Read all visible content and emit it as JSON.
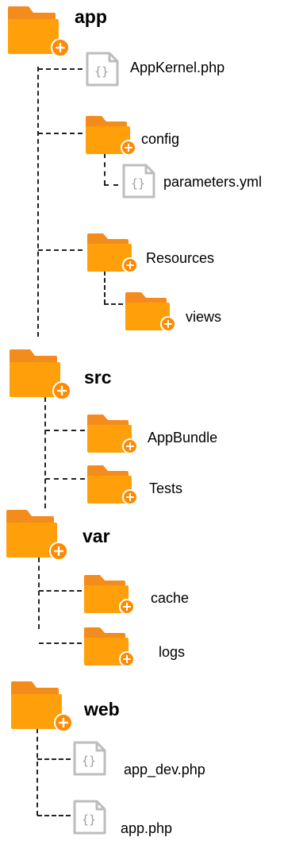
{
  "tree": {
    "app": {
      "label": "app",
      "icon": "folder-icon",
      "children": {
        "appkernel": {
          "label": "AppKernel.php",
          "icon": "file-code-icon"
        },
        "config": {
          "label": "config",
          "icon": "folder-icon",
          "children": {
            "parameters": {
              "label": "parameters.yml",
              "icon": "file-code-icon"
            }
          }
        },
        "resources": {
          "label": "Resources",
          "icon": "folder-icon",
          "children": {
            "views": {
              "label": "views",
              "icon": "folder-icon"
            }
          }
        }
      }
    },
    "src": {
      "label": "src",
      "icon": "folder-icon",
      "children": {
        "appbundle": {
          "label": "AppBundle",
          "icon": "folder-icon"
        },
        "tests": {
          "label": "Tests",
          "icon": "folder-icon"
        }
      }
    },
    "var": {
      "label": "var",
      "icon": "folder-icon",
      "children": {
        "cache": {
          "label": "cache",
          "icon": "folder-icon"
        },
        "logs": {
          "label": "logs",
          "icon": "folder-icon"
        }
      }
    },
    "web": {
      "label": "web",
      "icon": "folder-icon",
      "children": {
        "app_dev": {
          "label": "app_dev.php",
          "icon": "file-code-icon"
        },
        "app_php": {
          "label": "app.php",
          "icon": "file-code-icon"
        }
      }
    }
  },
  "colors": {
    "folder_back": "#F38C1D",
    "folder_front": "#FFA00A",
    "plus_badge": "#FF8A00",
    "file_border": "#BDBDBD",
    "connector": "#222222"
  }
}
